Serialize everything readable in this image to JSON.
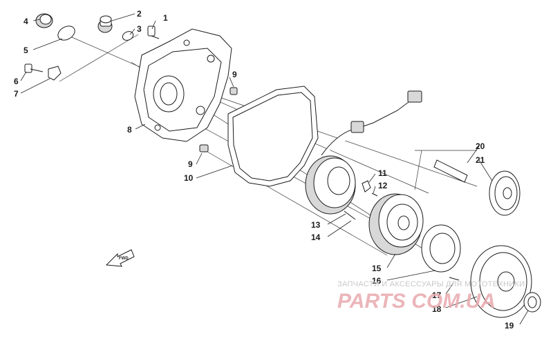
{
  "callouts": [
    "1",
    "2",
    "3",
    "4",
    "5",
    "6",
    "7",
    "8",
    "9",
    "9",
    "10",
    "11",
    "12",
    "13",
    "14",
    "15",
    "16",
    "17",
    "18",
    "19",
    "20",
    "21"
  ],
  "fwd_label": "FWD",
  "watermark": {
    "caption": "ЗАПЧАСТИ И АКСЕССУАРЫ ДЛЯ МОТОТЕХНИКИ",
    "logo": "PARTS COM.UA"
  }
}
